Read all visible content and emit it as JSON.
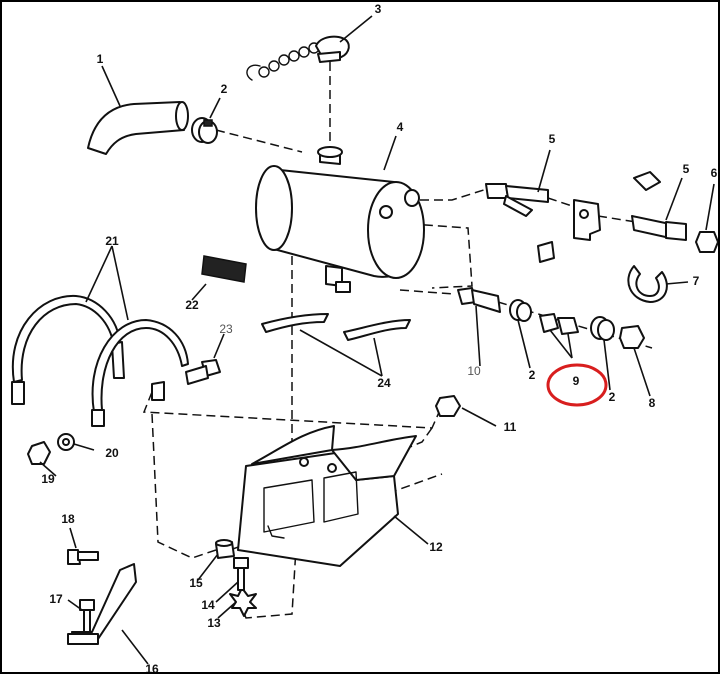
{
  "callouts": [
    {
      "id": "c1",
      "label": "1"
    },
    {
      "id": "c2a",
      "label": "2"
    },
    {
      "id": "c3",
      "label": "3"
    },
    {
      "id": "c4",
      "label": "4"
    },
    {
      "id": "c5a",
      "label": "5"
    },
    {
      "id": "c5b",
      "label": "5"
    },
    {
      "id": "c6",
      "label": "6"
    },
    {
      "id": "c7",
      "label": "7"
    },
    {
      "id": "c8",
      "label": "8"
    },
    {
      "id": "c2b",
      "label": "2"
    },
    {
      "id": "c9",
      "label": "9"
    },
    {
      "id": "c2c",
      "label": "2"
    },
    {
      "id": "c10",
      "label": "10"
    },
    {
      "id": "c11",
      "label": "11"
    },
    {
      "id": "c12",
      "label": "12"
    },
    {
      "id": "c13",
      "label": "13"
    },
    {
      "id": "c14",
      "label": "14"
    },
    {
      "id": "c15",
      "label": "15"
    },
    {
      "id": "c16",
      "label": "16"
    },
    {
      "id": "c17",
      "label": "17"
    },
    {
      "id": "c18",
      "label": "18"
    },
    {
      "id": "c19",
      "label": "19"
    },
    {
      "id": "c20",
      "label": "20"
    },
    {
      "id": "c21",
      "label": "21"
    },
    {
      "id": "c22",
      "label": "22"
    },
    {
      "id": "c23",
      "label": "23"
    },
    {
      "id": "c24",
      "label": "24"
    }
  ],
  "highlight": {
    "target": "9",
    "color": "#d81e1e"
  }
}
